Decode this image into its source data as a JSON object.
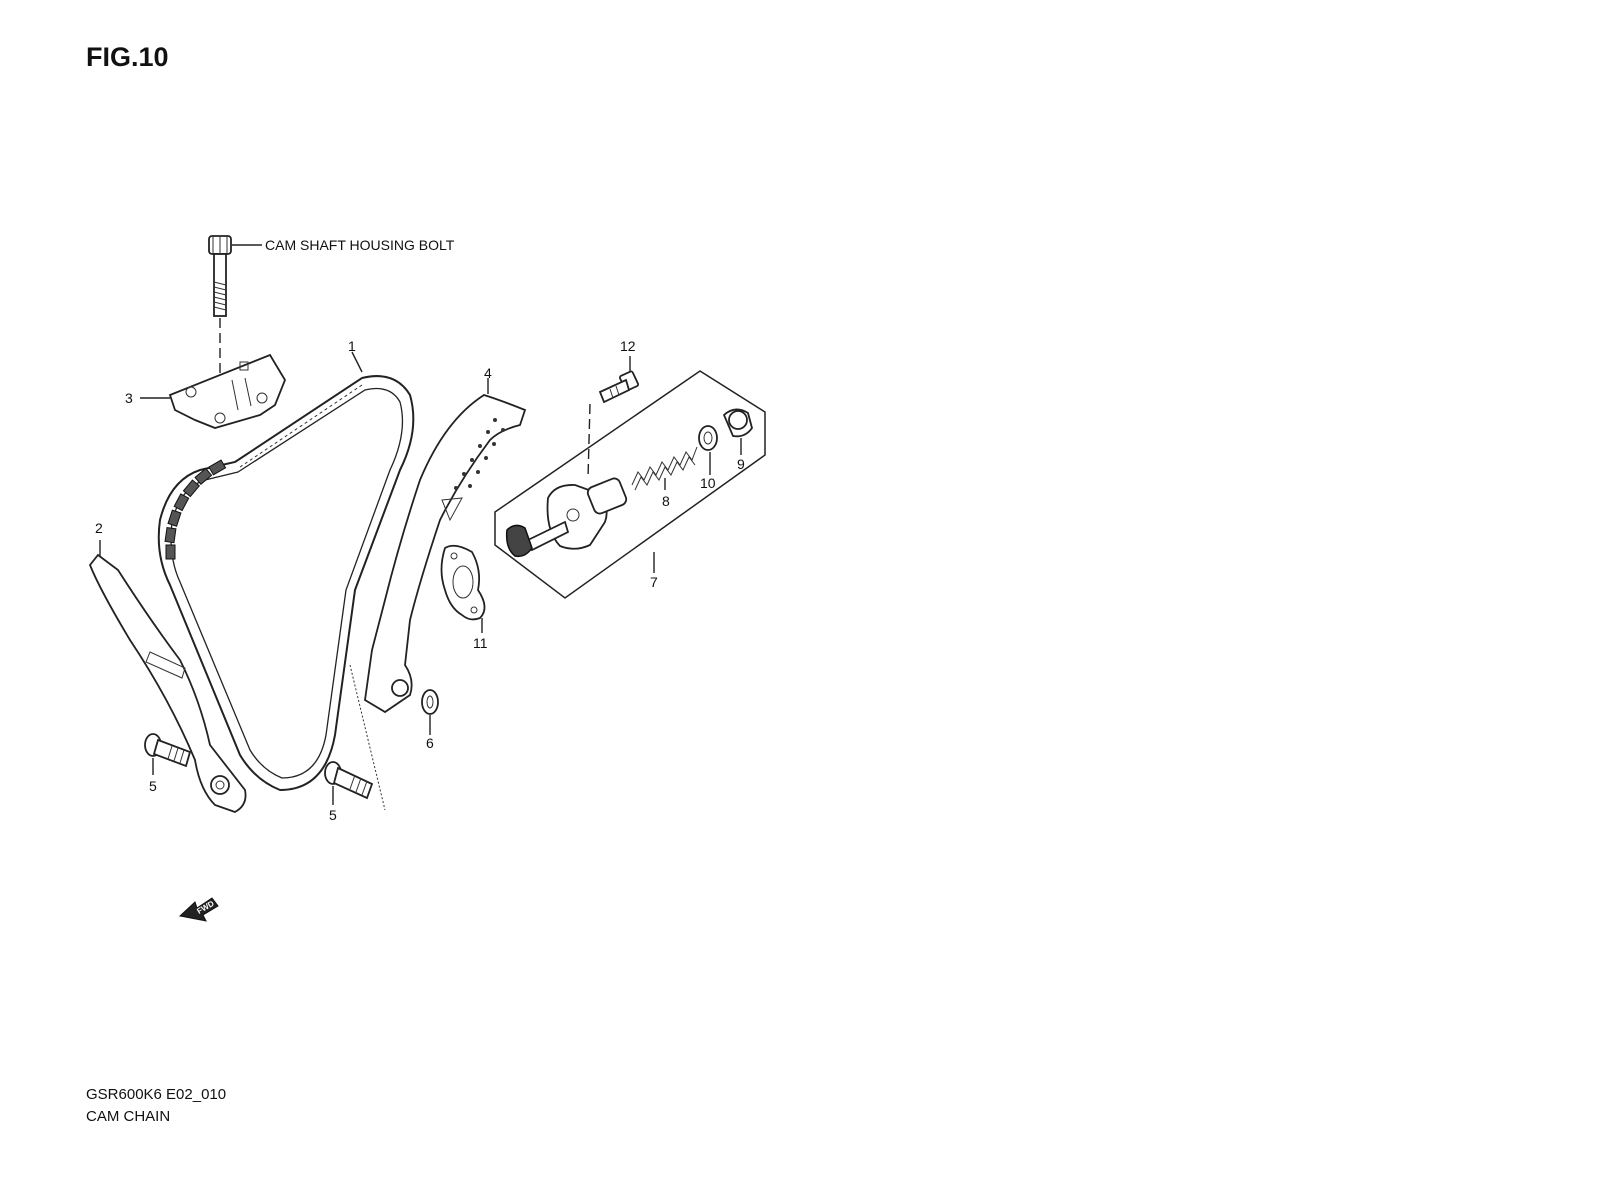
{
  "figure": {
    "title": "FIG.10"
  },
  "callouts": {
    "camshaft_bolt": "CAM SHAFT HOUSING BOLT",
    "p1": "1",
    "p2": "2",
    "p3": "3",
    "p4": "4",
    "p5a": "5",
    "p5b": "5",
    "p6": "6",
    "p7": "7",
    "p8": "8",
    "p9": "9",
    "p10": "10",
    "p11": "11",
    "p12": "12"
  },
  "fwd_label": "FWD",
  "footer": {
    "model_code": "GSR600K6 E02_010",
    "section": "CAM CHAIN"
  }
}
